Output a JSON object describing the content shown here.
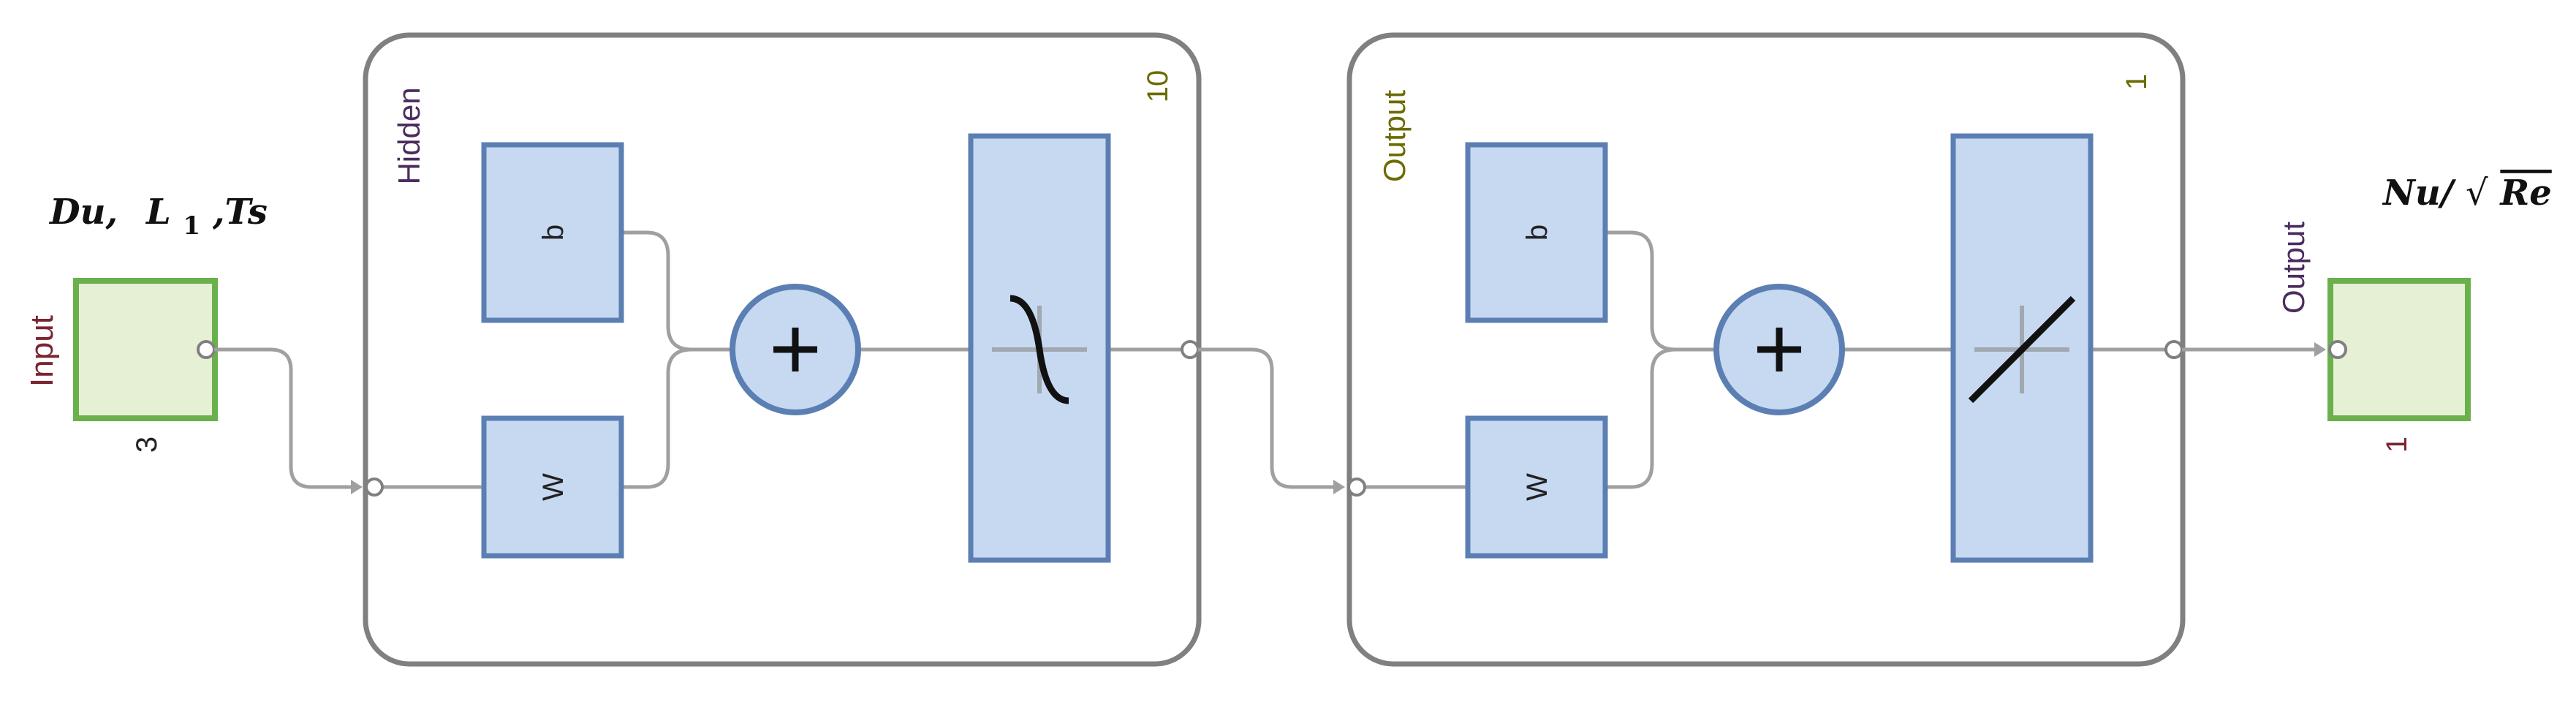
{
  "input_formula": {
    "t1": "Du,",
    "t2": "L",
    "t2_sub": "1",
    "t3": ",Ts"
  },
  "output_formula": {
    "t1": "Nu/",
    "radical": "√",
    "t2": "Re"
  },
  "input_node": {
    "label": "Input",
    "size": "3"
  },
  "hidden_layer": {
    "title": "Hidden",
    "size": "10",
    "bias": "b",
    "weight": "W"
  },
  "output_layer": {
    "title": "Output",
    "size": "1",
    "bias": "b",
    "weight": "W"
  },
  "output_node": {
    "label": "Output",
    "size": "1"
  },
  "colors": {
    "box_fill": "#c6d9f1",
    "box_stroke": "#5b7fb3",
    "io_fill": "#e6f0d4",
    "io_stroke": "#6ab04c",
    "layer_stroke": "#808080",
    "wire": "#a0a0a0",
    "label_purple": "#4b2c5e",
    "label_olive": "#6b6b00",
    "label_maroon": "#7a2530"
  }
}
